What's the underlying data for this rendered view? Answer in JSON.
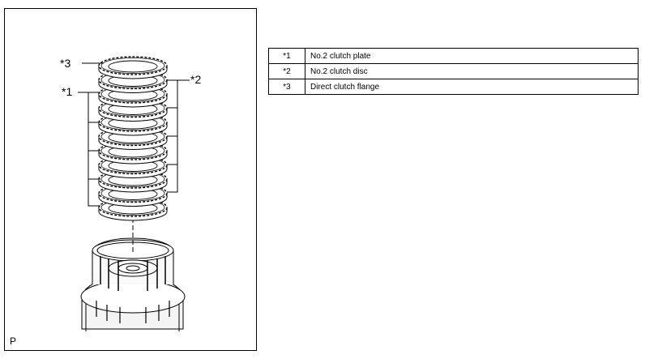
{
  "figure": {
    "callouts": {
      "c1": "*1",
      "c2": "*2",
      "c3": "*3"
    },
    "code": "P"
  },
  "legend": {
    "rows": [
      {
        "key": "*1",
        "label": "No.2 clutch plate"
      },
      {
        "key": "*2",
        "label": "No.2 clutch disc"
      },
      {
        "key": "*3",
        "label": "Direct clutch flange"
      }
    ]
  }
}
